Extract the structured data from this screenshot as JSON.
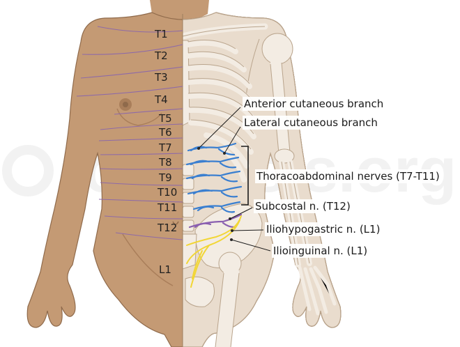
{
  "dermatome_labels": [
    "T1",
    "T2",
    "T3",
    "T4",
    "T5",
    "T6",
    "T7",
    "T8",
    "T9",
    "T10",
    "T11",
    "T12",
    "L1"
  ],
  "annotations": {
    "anterior": "Anterior cutaneous branch",
    "lateral": "Lateral cutaneous branch",
    "thoraco": "Thoracoabdominal nerves (T7-T11)",
    "subcostal": "Subcostal n. (T12)",
    "iliohypogastric": "Iliohypogastric n. (L1)",
    "ilioinguinal": "Ilioinguinal n. (L1)"
  },
  "watermark": "osmosis.org",
  "colors": {
    "skin": "#c49a74",
    "skin_shadow": "#a97e5a",
    "skin_outline": "#8f6a4b",
    "bone_bg": "#e9dccd",
    "bone": "#f3ece3",
    "bone_outline": "#b9a48c",
    "dermatome_line": "#8e6aa8",
    "thoraco_nerve": "#3a7fd0",
    "subcostal_nerve": "#8a5fb0",
    "ilio_nerve": "#f2d635"
  }
}
